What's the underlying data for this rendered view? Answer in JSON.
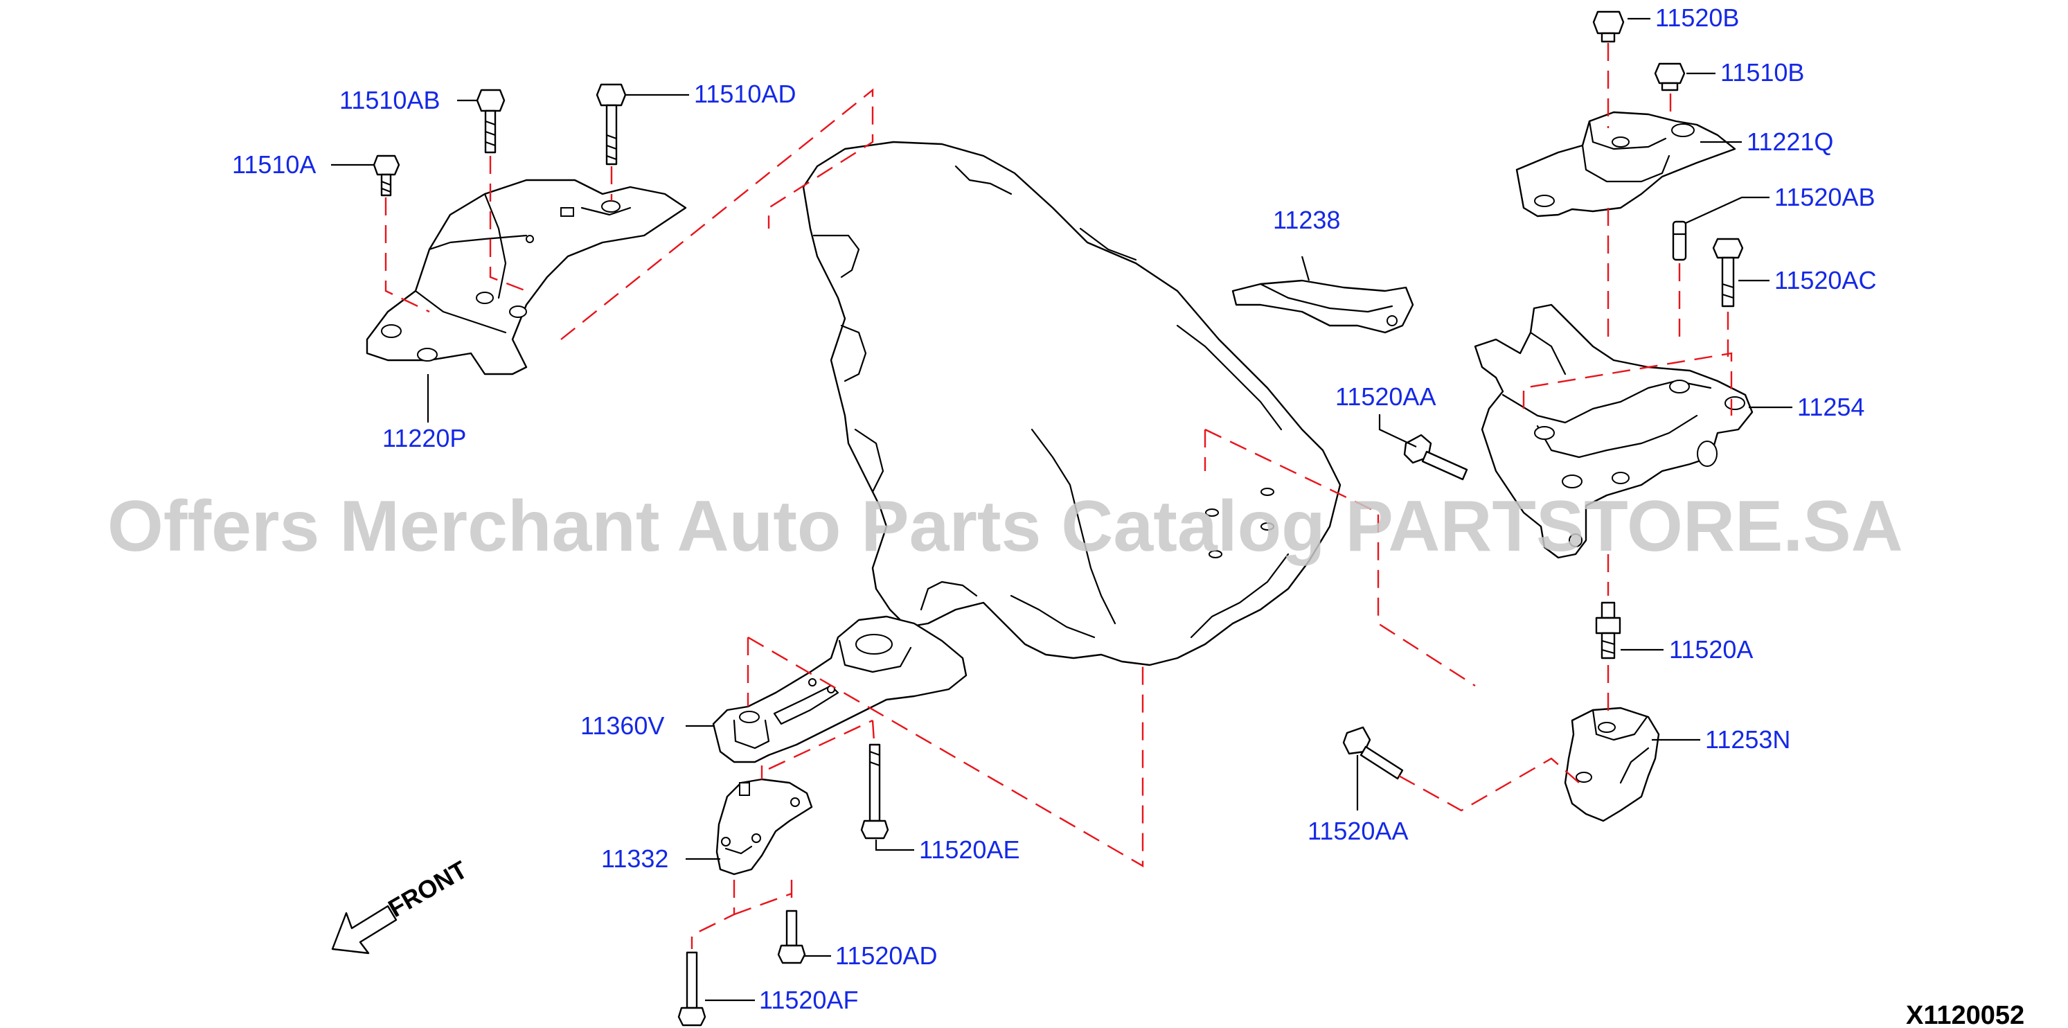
{
  "watermark": "Offers Merchant Auto Parts Catalog PARTSTORE.SA",
  "drawing_id": "X1120052",
  "front_label": "FRONT",
  "colors": {
    "part_number": "#1428e6",
    "phantom_line": "#e8141b",
    "outline": "#000000",
    "watermark": "#c8c8c8"
  },
  "part_numbers": {
    "p11520B": "11520B",
    "p11510B": "11510B",
    "p11221Q": "11221Q",
    "p11520AB": "11520AB",
    "p11520AC": "11520AC",
    "p11238": "11238",
    "p11254": "11254",
    "p11520AA_upper": "11520AA",
    "p11520A": "11520A",
    "p11253N": "11253N",
    "p11520AA_lower": "11520AA",
    "p11510AB": "11510AB",
    "p11510AD": "11510AD",
    "p11510A": "11510A",
    "p11220P": "11220P",
    "p11360V": "11360V",
    "p11332": "11332",
    "p11520AE": "11520AE",
    "p11520AD": "11520AD",
    "p11520AF": "11520AF"
  }
}
